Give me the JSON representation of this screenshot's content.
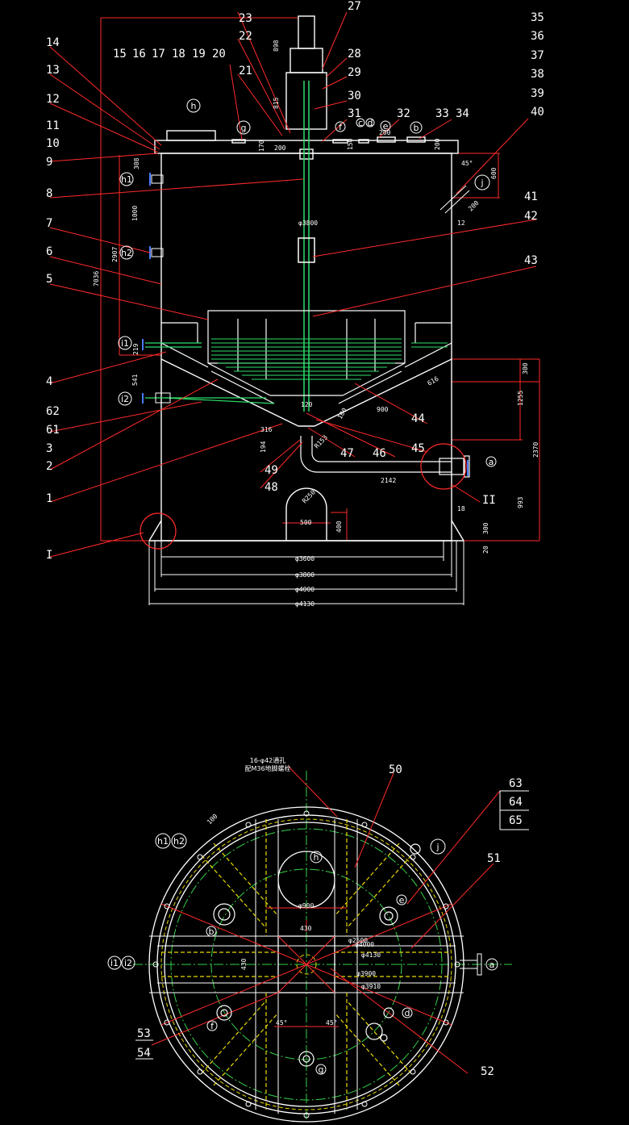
{
  "colors": {
    "background": "#000000",
    "outline": "#ffffff",
    "leader": "#ff2a2a",
    "pipe": "#2ee06a",
    "centerline": "#35d04a",
    "hidden": "#e8d800",
    "nozzle": "#4a7cff"
  },
  "elevation": {
    "refs_left": [
      "14",
      "13",
      "12",
      "11",
      "10",
      "9",
      "8",
      "7",
      "6",
      "5",
      "4",
      "62",
      "61",
      "3",
      "2",
      "1",
      "I"
    ],
    "refs_top": [
      "23",
      "22",
      "21",
      "15",
      "16",
      "17",
      "18",
      "19",
      "20",
      "27",
      "28",
      "29",
      "30",
      "31",
      "32",
      "33",
      "34"
    ],
    "refs_right": [
      "35",
      "36",
      "37",
      "38",
      "39",
      "40",
      "41",
      "42",
      "43",
      "44",
      "45",
      "46",
      "47",
      "48",
      "49",
      "II"
    ],
    "nozzles": [
      "h",
      "g",
      "f",
      "c",
      "d",
      "e",
      "b",
      "j",
      "h1",
      "h2",
      "i1",
      "i2",
      "a"
    ],
    "dims": [
      "898",
      "815",
      "170",
      "200",
      "200",
      "150",
      "200",
      "308",
      "1000",
      "2907",
      "7036",
      "φ3800",
      "12",
      "200",
      "219",
      "541",
      "300",
      "1255",
      "2370",
      "993",
      "616",
      "900",
      "2142",
      "18",
      "300",
      "20",
      "316",
      "194",
      "R153",
      "R250",
      "500",
      "400",
      "45°",
      "600",
      "φ3600",
      "φ3800",
      "φ4000",
      "φ4130",
      "120",
      "100"
    ]
  },
  "plan": {
    "refs": [
      "50",
      "51",
      "52",
      "53",
      "54",
      "63",
      "64",
      "65"
    ],
    "nozzles": [
      "h1",
      "h2",
      "j",
      "h",
      "e",
      "b",
      "i1",
      "i2",
      "a",
      "f",
      "d",
      "g"
    ],
    "dims": [
      "100",
      "φ900",
      "φ2500",
      "φ4000",
      "φ4130",
      "φ3900",
      "φ3910",
      "430",
      "430",
      "45°",
      "45°"
    ],
    "bolt_note_1": "16-φ42通孔",
    "bolt_note_2": "配M36地脚螺栓"
  }
}
